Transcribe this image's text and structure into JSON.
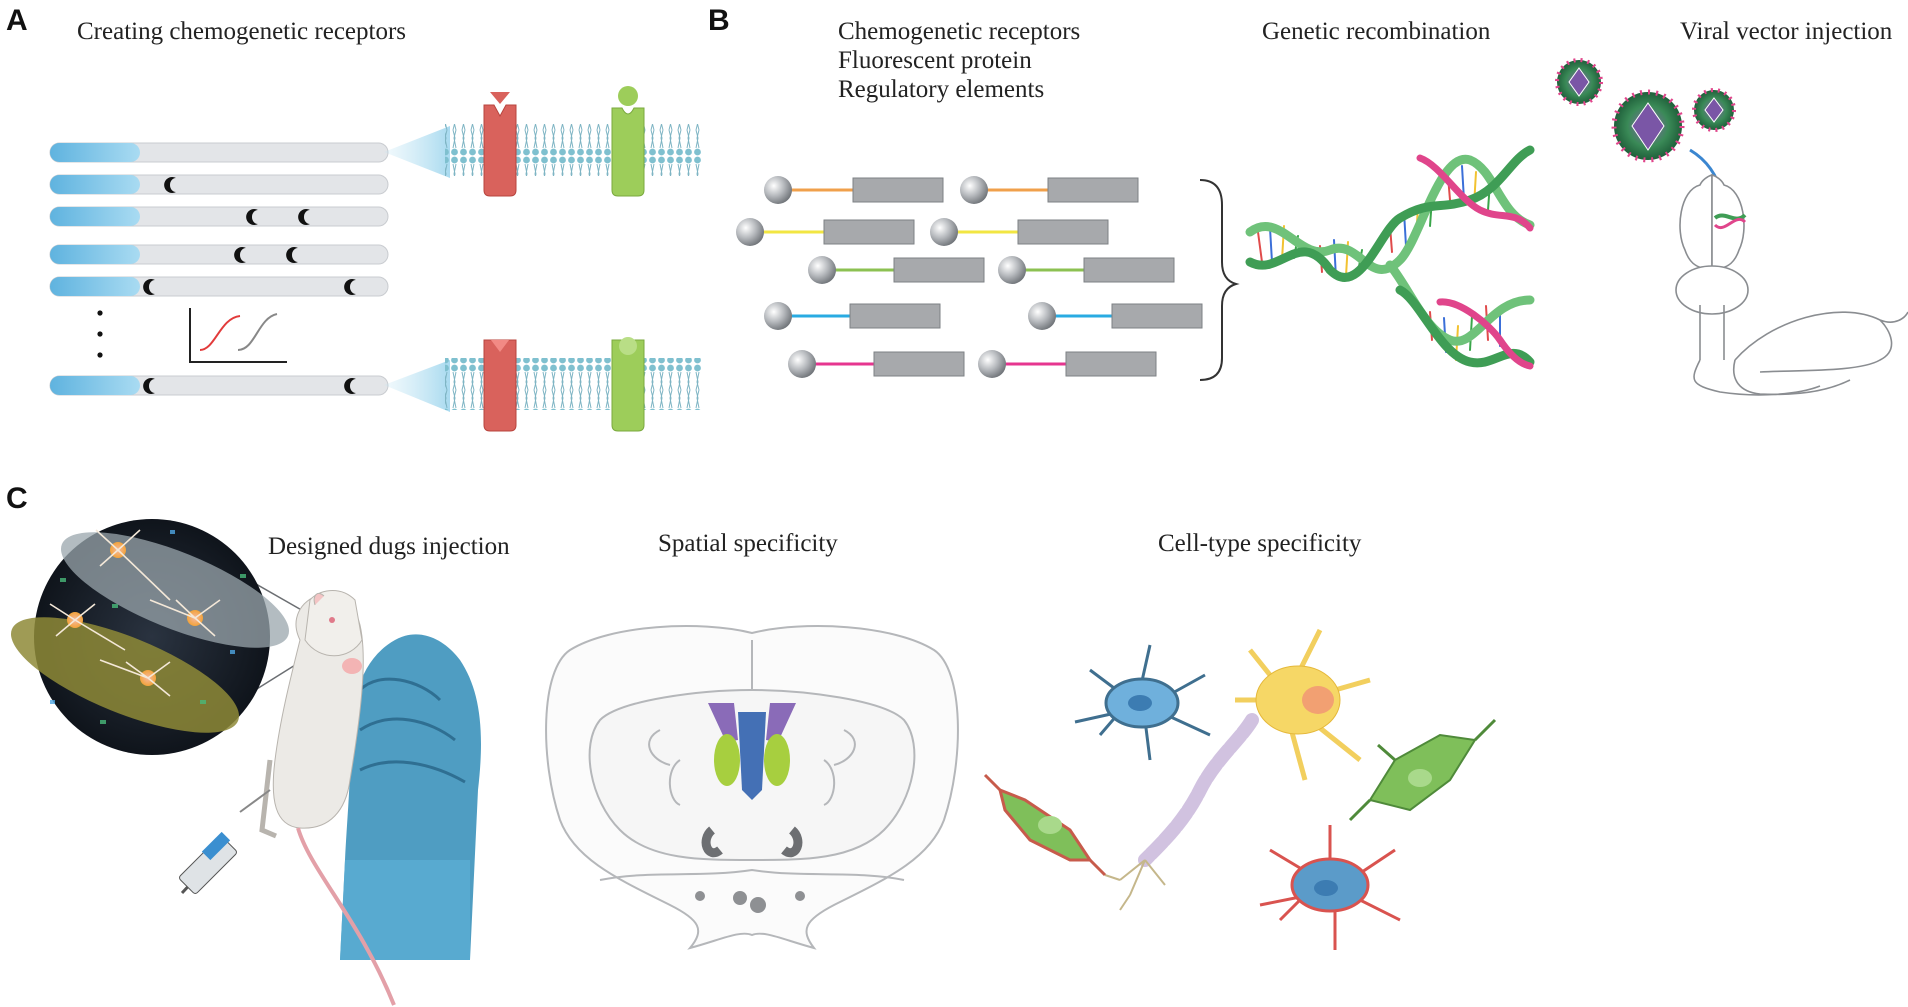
{
  "panels": {
    "a": "A",
    "b": "B",
    "c": "C"
  },
  "titles": {
    "creating": "Creating chemogenetic receptors",
    "elements": [
      "Chemogenetic receptors",
      "Fluorescent protein",
      "Regulatory elements"
    ],
    "recombination": "Genetic recombination",
    "viral": "Viral vector injection",
    "drugs": "Designed dugs injection",
    "spatial": "Spatial specificity",
    "celltype": "Cell-type specificity"
  },
  "colors": {
    "bar_blue": "#7ec4e6",
    "bar_grey": "#e1e3e6",
    "receptor_red": "#d9625c",
    "receptor_green": "#9dcd5a",
    "linkers": [
      "#f0a04b",
      "#f0a04b",
      "#f2e642",
      "#f2e642",
      "#8cc152",
      "#8cc152",
      "#29abe2",
      "#29abe2",
      "#e6358f",
      "#e6358f"
    ],
    "glove": "#4f9dc2",
    "astro_blue": "#5b9bc9",
    "neuron_yellow": "#f6d766",
    "oligo_green": "#7fbf5a",
    "micro_red": "#d9534f"
  },
  "icons": [
    "lipid-bilayer-icon",
    "gpcr-receptor-icon",
    "dna-helix-icon",
    "virus-icon",
    "mouse-icon",
    "brain-icon",
    "syringe-icon",
    "neuron-icon",
    "astrocyte-icon",
    "microglia-icon"
  ]
}
